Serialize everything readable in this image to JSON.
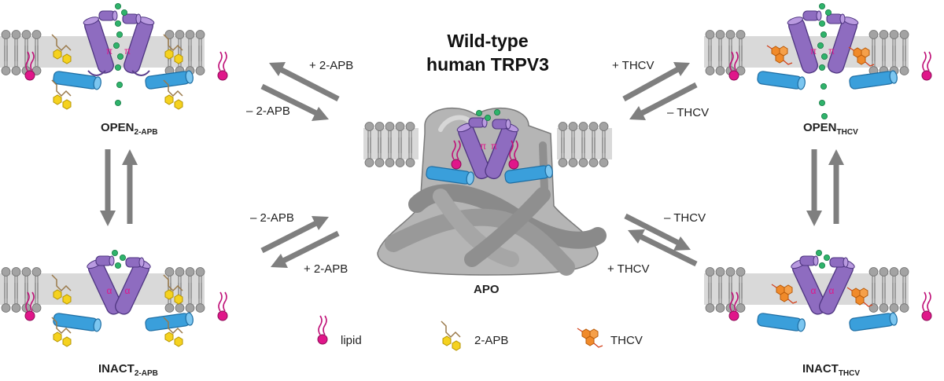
{
  "title": {
    "line1": "Wild-type",
    "line2": "human TRPV3"
  },
  "states": {
    "open_2apb": {
      "main": "OPEN",
      "sub": "2-APB"
    },
    "inact_2apb": {
      "main": "INACT",
      "sub": "2-APB"
    },
    "apo": {
      "main": "APO"
    },
    "open_thcv": {
      "main": "OPEN",
      "sub": "THCV"
    },
    "inact_thcv": {
      "main": "INACT",
      "sub": "THCV"
    }
  },
  "arrows": {
    "top_left_up": "+ 2-APB",
    "top_left_down": "– 2-APB",
    "bottom_left_up": "– 2-APB",
    "bottom_left_down": "+ 2-APB",
    "top_right_up": "+ THCV",
    "top_right_down": "– THCV",
    "bottom_right_up": "– THCV",
    "bottom_right_down": "+ THCV"
  },
  "helix_symbols": {
    "pi": "π",
    "alpha": "α"
  },
  "legend": {
    "lipid": "lipid",
    "apb": "2-APB",
    "thcv": "THCV"
  },
  "colors": {
    "membrane_band": "#d9d9d9",
    "lipid_head": "#9b9b9b",
    "helix_purple": "#8e6cc0",
    "helix_dark": "#5b3f8c",
    "cylinder_blue": "#3a9fdb",
    "ion_green": "#2fb36b",
    "lipid_magenta": "#e0168a",
    "apb_yellow": "#f5d21f",
    "thcv_orange": "#f08a2a",
    "arrow_gray": "#7f7f7f",
    "apo_body": "#b5b5b5"
  }
}
